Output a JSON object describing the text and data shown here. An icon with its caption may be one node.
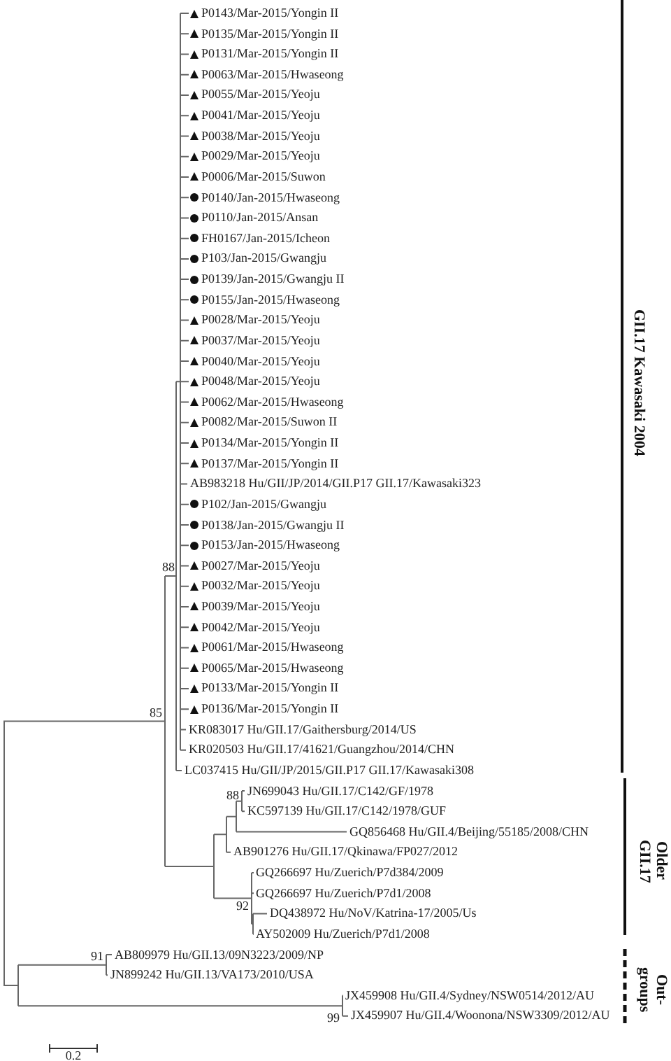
{
  "diagram": {
    "labels": [
      "P0143/Mar-2015/Yongin II",
      "P0135/Mar-2015/Yongin II",
      "P0131/Mar-2015/Yongin II",
      "P0063/Mar-2015/Hwaseong",
      "P0055/Mar-2015/Yeoju",
      "P0041/Mar-2015/Yeoju",
      "P0038/Mar-2015/Yeoju",
      "P0029/Mar-2015/Yeoju",
      "P0006/Mar-2015/Suwon",
      "P0140/Jan-2015/Hwaseong",
      "P0110/Jan-2015/Ansan",
      "FH0167/Jan-2015/Icheon",
      "P103/Jan-2015/Gwangju",
      "P0139/Jan-2015/Gwangju II",
      "P0155/Jan-2015/Hwaseong",
      "P0028/Mar-2015/Yeoju",
      "P0037/Mar-2015/Yeoju",
      "P0040/Mar-2015/Yeoju",
      "P0048/Mar-2015/Yeoju",
      "P0062/Mar-2015/Hwaseong",
      "P0082/Mar-2015/Suwon II",
      "P0134/Mar-2015/Yongin II",
      "P0137/Mar-2015/Yongin II",
      "AB983218 Hu/GII/JP/2014/GII.P17 GII.17/Kawasaki323",
      "P102/Jan-2015/Gwangju",
      "P0138/Jan-2015/Gwangju II",
      "P0153/Jan-2015/Hwaseong",
      "88",
      "P0027/Mar-2015/Yeoju",
      "P0032/Mar-2015/Yeoju",
      "P0039/Mar-2015/Yeoju",
      "P0042/Mar-2015/Yeoju",
      "P0061/Mar-2015/Hwaseong",
      "P0065/Mar-2015/Hwaseong",
      "P0133/Mar-2015/Yongin II",
      "85",
      "P0136/Mar-2015/Yongin II",
      "KR083017 Hu/GII.17/Gaithersburg/2014/US",
      "KR020503 Hu/GII.17/41621/Guangzhou/2014/CHN",
      "LC037415 Hu/GII/JP/2015/GII.P17 GII.17/Kawasaki308",
      "88",
      "JN699043 Hu/GII.17/C142/GF/1978",
      "KC597139 Hu/GII.17/C142/1978/GUF",
      "GQ856468 Hu/GII.4/Beijing/55185/2008/CHN",
      "AB901276 Hu/GII.17/Qkinawa/FP027/2012",
      "GQ266697 Hu/Zuerich/P7d384/2009",
      "92",
      "GQ266697 Hu/Zuerich/P7d1/2008",
      "DQ438972 Hu/NoV/Katrina-17/2005/Us",
      "AY502009 Hu/Zuerich/P7d1/2008",
      "91",
      "AB809979 Hu/GII.13/09N3223/2009/NP",
      "JN899242 Hu/GII.13/VA173/2010/USA",
      "JX459908 Hu/GII.4/Sydney/NSW0514/2012/AU",
      "99",
      "JX459907 Hu/GII.4/Woonona/NSW3309/2012/AU",
      "GII.17 Kawasaki 2004",
      "Older GII.17",
      "Out-groups",
      "0.2"
    ]
  }
}
